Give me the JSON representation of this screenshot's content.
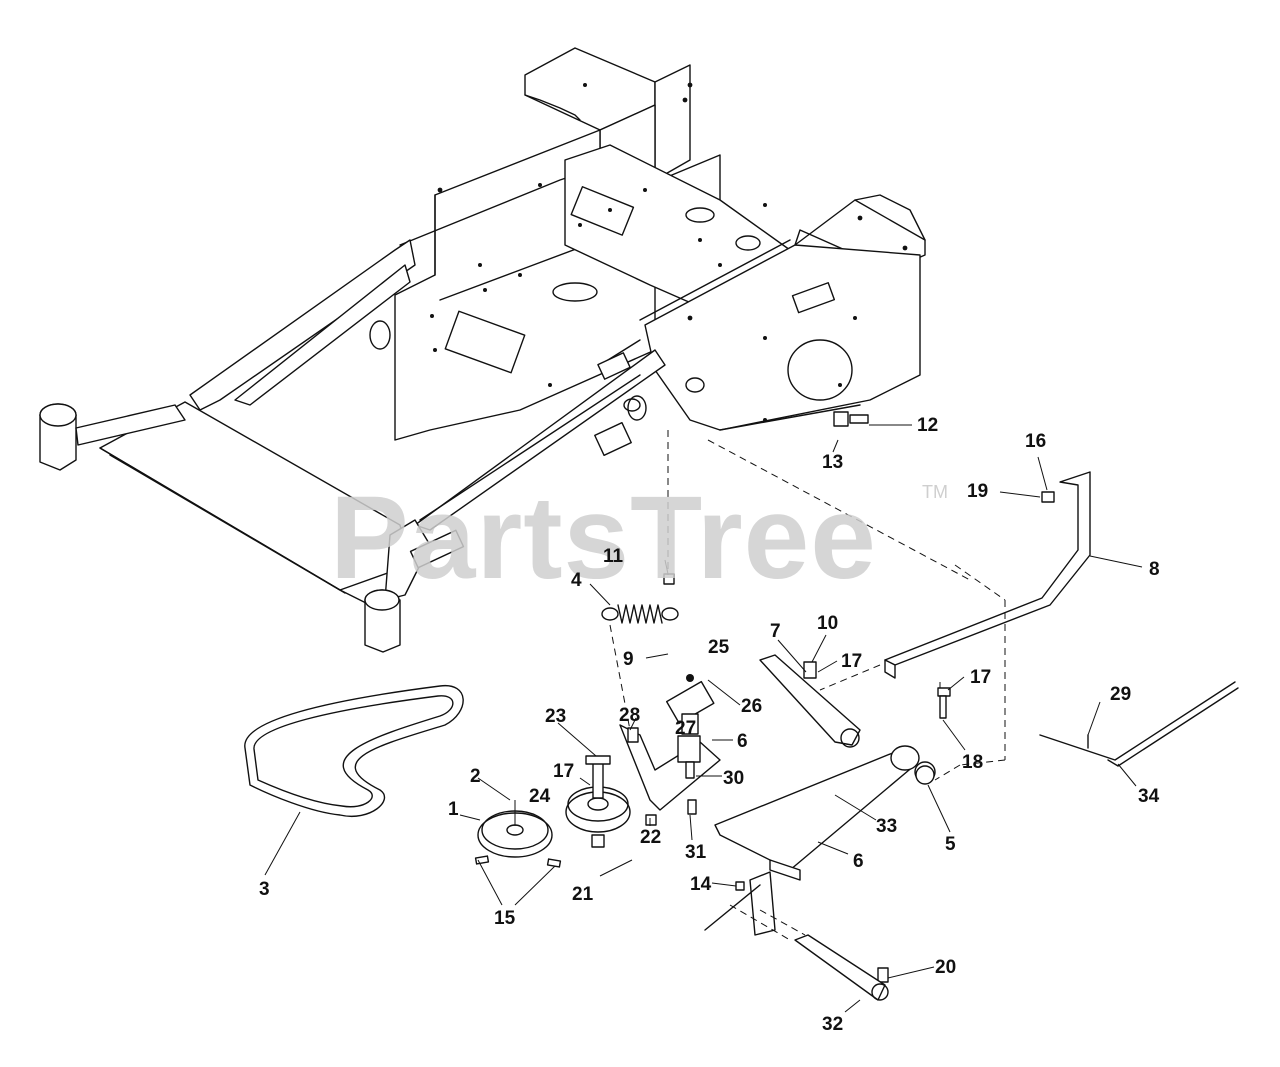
{
  "watermark": {
    "brand": "PartsTree",
    "trademark": "TM"
  },
  "callouts": {
    "c1": "1",
    "c2": "2",
    "c3": "3",
    "c4": "4",
    "c5": "5",
    "c6a": "6",
    "c6b": "6",
    "c7": "7",
    "c8": "8",
    "c9": "9",
    "c10": "10",
    "c11": "11",
    "c12": "12",
    "c13": "13",
    "c14": "14",
    "c15": "15",
    "c16": "16",
    "c17a": "17",
    "c17b": "17",
    "c17c": "17",
    "c18": "18",
    "c19": "19",
    "c20": "20",
    "c21": "21",
    "c22": "22",
    "c23": "23",
    "c24": "24",
    "c25": "25",
    "c26": "26",
    "c27": "27",
    "c28": "28",
    "c29": "29",
    "c30": "30",
    "c31": "31",
    "c32": "32",
    "c33": "33",
    "c34": "34"
  }
}
